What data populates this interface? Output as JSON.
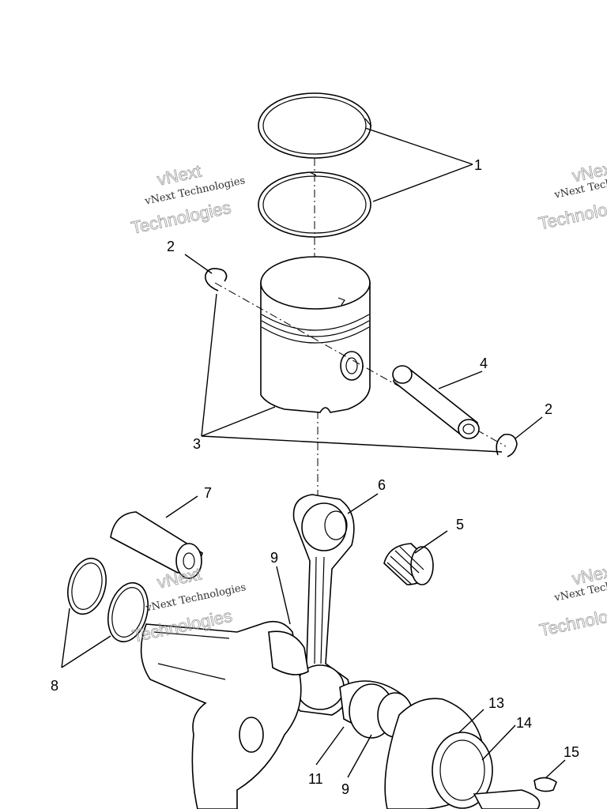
{
  "callouts": [
    {
      "id": "1",
      "label": "1"
    },
    {
      "id": "2a",
      "label": "2"
    },
    {
      "id": "2b",
      "label": "2"
    },
    {
      "id": "3",
      "label": "3"
    },
    {
      "id": "4",
      "label": "4"
    },
    {
      "id": "5",
      "label": "5"
    },
    {
      "id": "6",
      "label": "6"
    },
    {
      "id": "7",
      "label": "7"
    },
    {
      "id": "8",
      "label": "8"
    },
    {
      "id": "9a",
      "label": "9"
    },
    {
      "id": "9b",
      "label": "9"
    },
    {
      "id": "11",
      "label": "11"
    },
    {
      "id": "13",
      "label": "13"
    },
    {
      "id": "14",
      "label": "14"
    },
    {
      "id": "15",
      "label": "15"
    }
  ],
  "watermark": {
    "line_small": "vNext Technologies",
    "line_big_1": "vNext",
    "line_big_2": "Technologies"
  },
  "colors": {
    "line": "#000000",
    "background": "#ffffff",
    "watermark": "#9a9a9a"
  }
}
